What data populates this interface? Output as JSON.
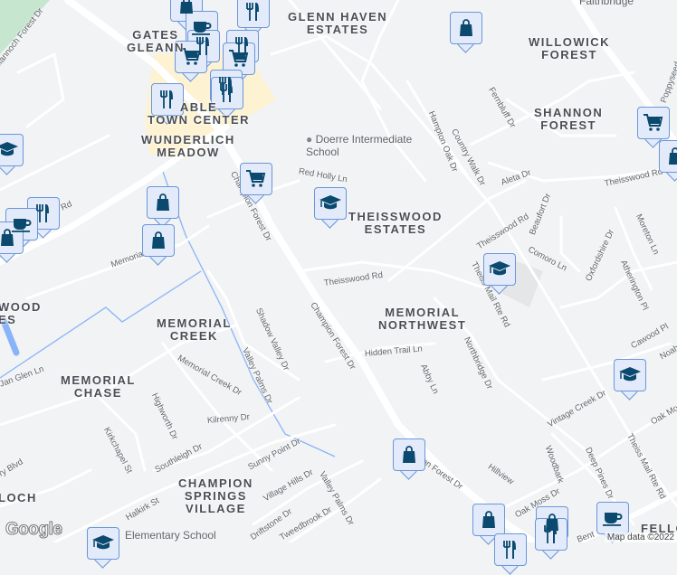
{
  "colors": {
    "background": "#f1f3f4",
    "road": "#ffffff",
    "water": "#8ab4f8",
    "park": "#c6e6cf",
    "commercial": "#fdf3d3",
    "marker_fill": "#e3ebfb",
    "marker_border": "#6b96d8",
    "icon": "#0b4a6e"
  },
  "neighborhoods": {
    "gates_gleann": "GATES\nGLEANN",
    "glenn_haven": "GLENN HAVEN\nESTATES",
    "willowick": "WILLOWICK\nFOREST",
    "shannon": "SHANNON\nFOREST",
    "town_center": "ABLE\nTOWN CENTER",
    "wunderlich": "WUNDERLICH\nMEADOW",
    "theisswood": "THEISSWOOD\nESTATES",
    "memorial_nw": "MEMORIAL\nNORTHWEST",
    "memorial_creek": "MEMORIAL\nCREEK",
    "memorial_chase": "MEMORIAL\nCHASE",
    "champion_springs": "CHAMPION\nSPRINGS\nVILLAGE",
    "wood_es": "WOOD\nES",
    "loch": "LOCH",
    "fello": "FELLO"
  },
  "pois": {
    "doerre": "Doerre Intermediate\nSchool",
    "faithbridge": "Faithbridge",
    "elementary": "Elementary School"
  },
  "streets": {
    "cf1": "Champion Forest Dr",
    "cf2": "Champion Forest Dr",
    "cf3": "Champion Forest Dr",
    "glannoch": "Glannoch Forest Dr",
    "rd": "Rd",
    "tw1": "Theisswood Rd",
    "tw2": "Theisswood Rd",
    "tw3": "Theisswood Rd",
    "red_holly": "Red Holly Ln",
    "hampton": "Hampton Oak Dr",
    "country": "Country Walk Dr",
    "aleta": "Aleta Dr",
    "fernbluff": "Fernbluff Dr",
    "beaufort": "Beaufort Dr",
    "comoro": "Comoro Ln",
    "moreton": "Moreton Ln",
    "oxford": "Oxfordshire Dr",
    "ather": "Atherington Pl",
    "theiss1": "Theiss Mail Rte Rd",
    "theiss2": "Theiss Mail Rte Rd",
    "cawood": "Cawood Pl",
    "noah": "Noah",
    "vintage": "Vintage Creek Dr",
    "oakmoss": "Oak Moss Dr",
    "oakmo2": "Oak Mo",
    "woodbark": "Woodbark",
    "deeppines": "Deep Pines Dr",
    "hillview": "Hillview",
    "northbridge": "Northbridge Dr",
    "abby": "Abby Ln",
    "hidden": "Hidden Trail Ln",
    "shadow": "Shadow Valley Dr",
    "vpalms1": "Valley Palms Dr",
    "vpalms2": "Valley Palms Dr",
    "memcreek": "Memorial Creek Dr",
    "kilrenny": "Kilrenny Dr",
    "highworth": "Highworth Dr",
    "kirk": "Kirkchapel St",
    "southleigh": "Southleigh Dr",
    "sunny": "Sunny Point Dr",
    "vhills": "Village Hills Dr",
    "drift": "Driftstone Dr",
    "tweed": "Tweedbrook Dr",
    "halkirk": "Halkirk St",
    "janglen": "Jan Glen Ln",
    "poppy": "Poppyseed",
    "memorial": "Memorial",
    "dry": "dry Blvd",
    "bent": "Bent"
  },
  "markers": [
    {
      "icon": "shopping-bag"
    },
    {
      "icon": "coffee-cup"
    },
    {
      "icon": "restaurant"
    },
    {
      "icon": "restaurant"
    },
    {
      "icon": "restaurant"
    },
    {
      "icon": "shopping-cart"
    },
    {
      "icon": "shopping-cart"
    },
    {
      "icon": "restaurant"
    },
    {
      "icon": "restaurant"
    },
    {
      "icon": "restaurant"
    },
    {
      "icon": "school"
    },
    {
      "icon": "shopping-bag"
    },
    {
      "icon": "shopping-cart"
    },
    {
      "icon": "shopping-bag"
    },
    {
      "icon": "shopping-cart"
    },
    {
      "icon": "school"
    },
    {
      "icon": "shopping-bag"
    },
    {
      "icon": "shopping-bag"
    },
    {
      "icon": "restaurant"
    },
    {
      "icon": "coffee-cup"
    },
    {
      "icon": "shopping-bag"
    },
    {
      "icon": "school"
    },
    {
      "icon": "school"
    },
    {
      "icon": "shopping-bag"
    },
    {
      "icon": "shopping-bag"
    },
    {
      "icon": "shopping-bag"
    },
    {
      "icon": "restaurant"
    },
    {
      "icon": "restaurant"
    },
    {
      "icon": "coffee-cup"
    },
    {
      "icon": "school"
    }
  ],
  "attribution": "Map data ©2022",
  "logo": "Google"
}
